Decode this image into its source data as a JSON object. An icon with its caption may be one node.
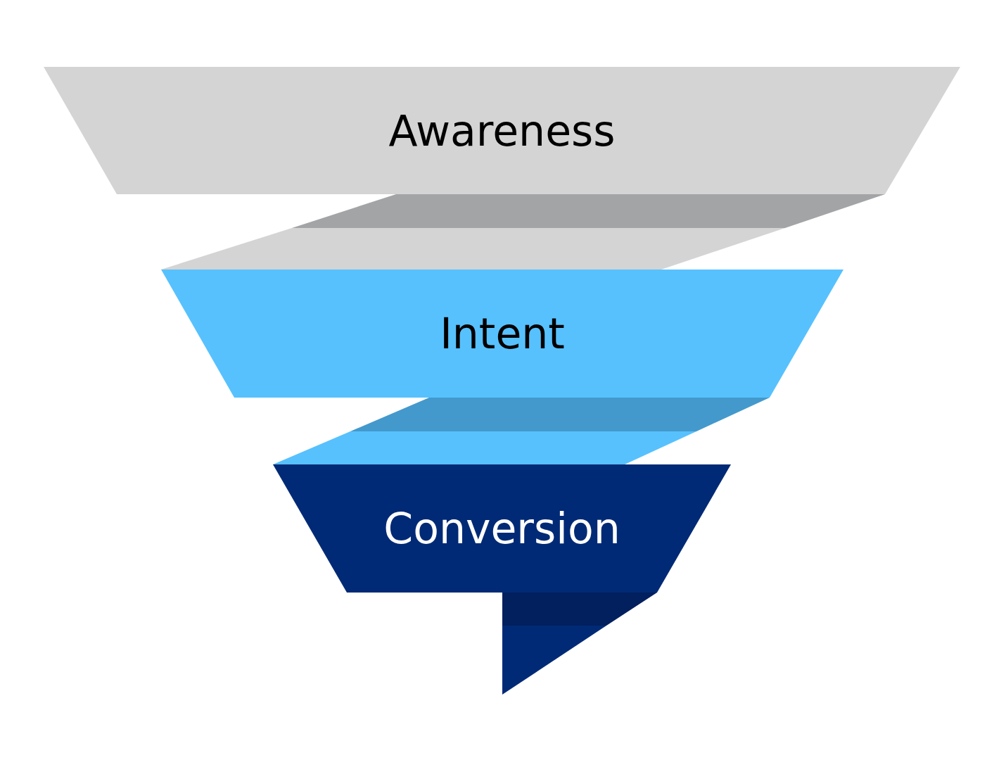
{
  "diagram": {
    "nodes": [
      {
        "text": [
          "Awareness"
        ]
      },
      {
        "text": [
          "Intent"
        ]
      },
      {
        "text": [
          "Conversion"
        ]
      }
    ]
  }
}
